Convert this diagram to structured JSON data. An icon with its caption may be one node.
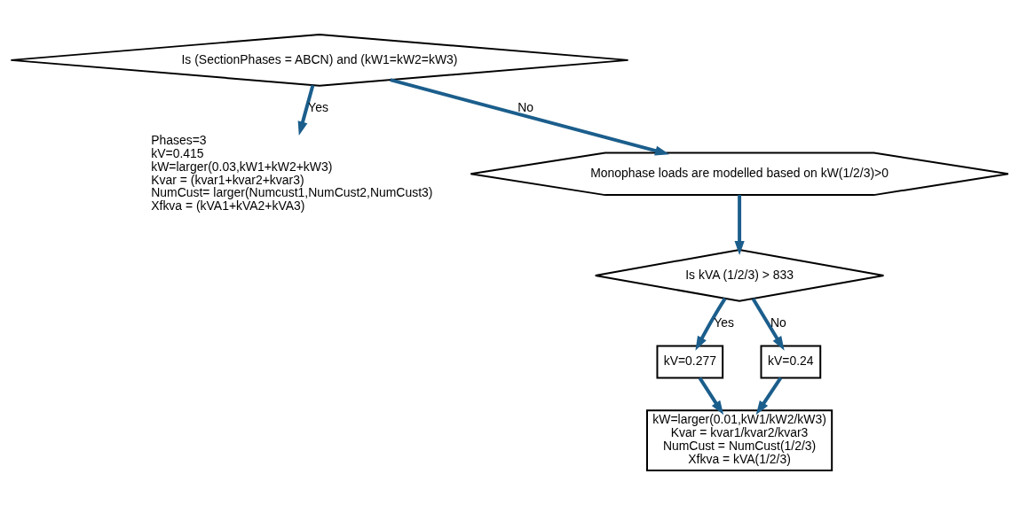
{
  "diagram": {
    "nodes": [
      {
        "text": [
          "Is (SectionPhases = ABCN) and (kW1=kW2=kW3)"
        ]
      },
      {
        "text": [
          "Phases=3",
          "kV=0.415",
          "kW=larger(0.03,kW1+kW2+kW3)",
          "Kvar = (kvar1+kvar2+kvar3)",
          "NumCust= larger(Numcust1,NumCust2,NumCust3)",
          "Xfkva = (kVA1+kVA2+kVA3)"
        ]
      },
      {
        "text": [
          "Monophase loads are modelled based on kW(1/2/3)>0"
        ]
      },
      {
        "text": [
          "Is kVA (1/2/3) > 833"
        ]
      },
      {
        "text": [
          "kV=0.277"
        ]
      },
      {
        "text": [
          "kV=0.24"
        ]
      },
      {
        "text": [
          "kW=larger(0.01,kW1/kW2/kW3)",
          "Kvar = kvar1/kvar2/kvar3",
          "NumCust = NumCust(1/2/3)",
          "Xfkva = kVA(1/2/3)"
        ]
      }
    ],
    "edges": [
      {
        "from": 0,
        "to": 1,
        "arrow": "to",
        "label": "Yes"
      },
      {
        "from": 0,
        "to": 2,
        "arrow": "to",
        "label": "No"
      },
      {
        "from": 2,
        "to": 3,
        "arrow": "to"
      },
      {
        "from": 3,
        "to": 4,
        "arrow": "to",
        "label": "Yes"
      },
      {
        "from": 3,
        "to": 5,
        "arrow": "to",
        "label": "No"
      },
      {
        "from": 4,
        "to": 6,
        "arrow": "to"
      },
      {
        "from": 5,
        "to": 6,
        "arrow": "to"
      }
    ]
  }
}
